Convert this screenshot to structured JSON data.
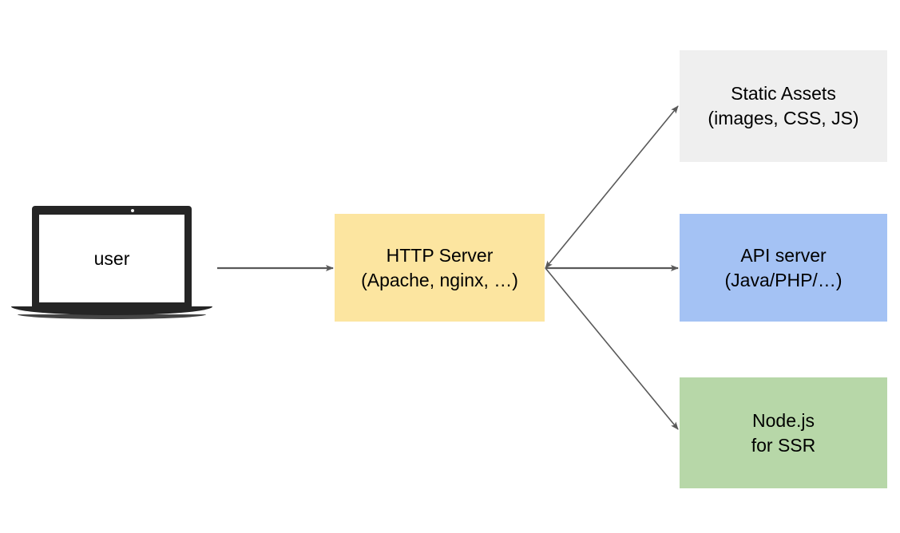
{
  "diagram": {
    "type": "flow-diagram",
    "background_color": "#ffffff",
    "edge_color": "#595959",
    "nodes": [
      {
        "id": "user",
        "name": "user-laptop",
        "label": "user",
        "shape": "laptop-icon",
        "fill": "#252525",
        "screen_fill": "#ffffff"
      },
      {
        "id": "http_server",
        "name": "http-server",
        "line1": "HTTP Server",
        "line2": "(Apache, nginx, …)",
        "fill": "#fce5a0"
      },
      {
        "id": "static_assets",
        "name": "static-assets",
        "line1": "Static Assets",
        "line2": "(images, CSS, JS)",
        "fill": "#efefef"
      },
      {
        "id": "api_server",
        "name": "api-server",
        "line1": "API server",
        "line2": "(Java/PHP/…)",
        "fill": "#a4c2f4"
      },
      {
        "id": "nodejs",
        "name": "nodejs-ssr",
        "line1": "Node.js",
        "line2": "for SSR",
        "fill": "#b7d7a8"
      }
    ],
    "edges": [
      {
        "from": "user",
        "to": "http_server",
        "label": "",
        "direction": "forward"
      },
      {
        "from": "http_server",
        "to": "static_assets",
        "label": "",
        "direction": "forward"
      },
      {
        "from": "http_server",
        "to": "api_server",
        "label": "",
        "direction": "forward"
      },
      {
        "from": "http_server",
        "to": "nodejs",
        "label": "",
        "direction": "forward"
      }
    ]
  }
}
